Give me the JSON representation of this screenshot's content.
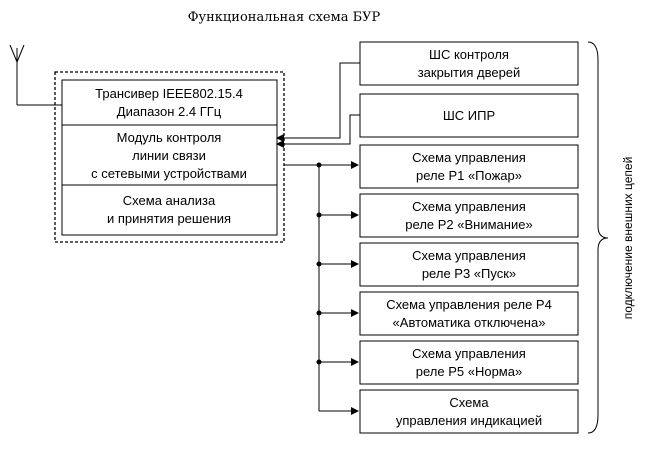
{
  "title": "Функциональная схема БУР",
  "main_block": {
    "transceiver": [
      "Трансивер IEEE802.15.4",
      "Диапазон 2.4 ГГц"
    ],
    "link_module": [
      "Модуль контроля",
      "линии связи",
      "с сетевыми устройствами"
    ],
    "analysis": [
      "Схема анализа",
      "и принятия решения"
    ]
  },
  "right_boxes": {
    "door_loop": [
      "ШС контроля",
      "закрытия дверей"
    ],
    "ipr_loop": [
      "ШС ИПР"
    ],
    "relay_p1": [
      "Схема управления",
      "реле Р1 «Пожар»"
    ],
    "relay_p2": [
      "Схема управления",
      "реле Р2 «Внимание»"
    ],
    "relay_p3": [
      "Схема управления",
      "реле Р3 «Пуск»"
    ],
    "relay_p4": [
      "Схема управления реле Р4",
      "«Автоматика отключена»"
    ],
    "relay_p5": [
      "Схема управления",
      "реле Р5 «Норма»"
    ],
    "indication": [
      "Схема",
      "управления индикацией"
    ]
  },
  "side_label": "подключение внешних цепей"
}
